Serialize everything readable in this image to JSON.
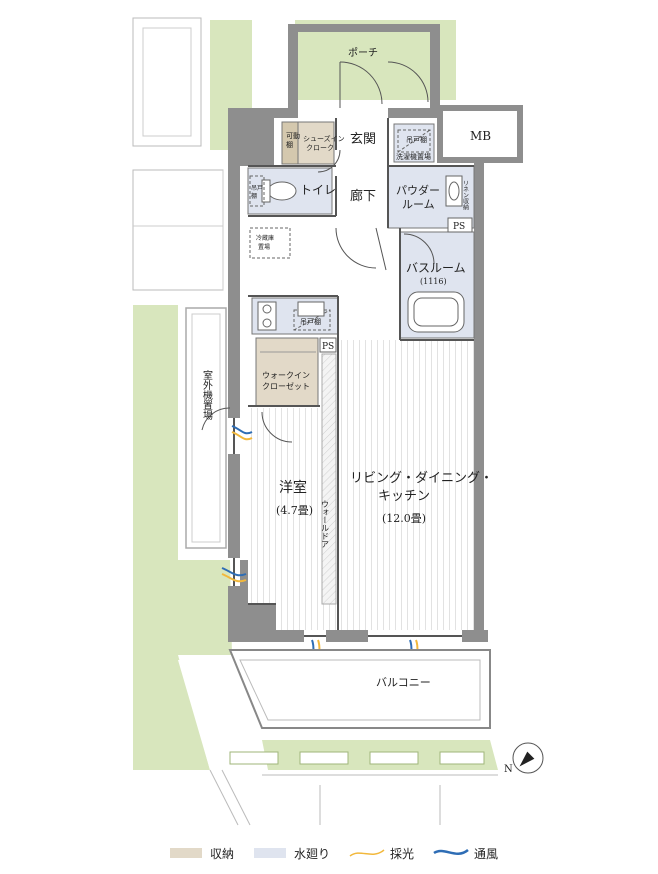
{
  "rooms": {
    "porch": "ポーチ",
    "entrance": "玄関",
    "shoes_in_closet": "シューズイン\nクローク",
    "movable_shelf": "可動棚",
    "hanging_shelf_top": "吊戸棚",
    "washer_space": "洗濯機置場",
    "meter_box": "MB",
    "toilet": "トイレ",
    "toilet_hanging_shelf": "吊戸棚",
    "corridor": "廊下",
    "powder_room": "パウダー\nルーム",
    "linen_storage": "リネン収納",
    "ps_upper": "PS",
    "fridge_space": "冷蔵庫置場",
    "bathroom": "バスルーム",
    "bathroom_size": "(1116)",
    "kitchen_hanging_shelf": "吊戸棚",
    "ps_lower": "PS",
    "walk_in_closet": "ウォークイン\nクローゼット",
    "outdoor_unit": "室外機置場",
    "western_room": "洋室",
    "western_room_size": "(4.7畳)",
    "ldk": "リビング・ダイニング・\nキッチン",
    "ldk_size": "(12.0畳)",
    "wall_door": "ウォールドア",
    "balcony": "バルコニー",
    "north": "N"
  },
  "legend": [
    {
      "label": "収納",
      "kind": "swatch",
      "color": "#e2d9c8"
    },
    {
      "label": "水廻り",
      "kind": "swatch",
      "color": "#dfe4ef"
    },
    {
      "label": "採光",
      "kind": "light",
      "color": "#f2b83c"
    },
    {
      "label": "通風",
      "kind": "wind",
      "color": "#2e6db5"
    }
  ],
  "colors": {
    "storage": "#e2d9c8",
    "water": "#dfe4ef",
    "wall": "#8e8e8e",
    "green": "#d8e6bd",
    "floor_line": "#dcdcdc",
    "light": "#f2b83c",
    "wind": "#2e6db5"
  }
}
